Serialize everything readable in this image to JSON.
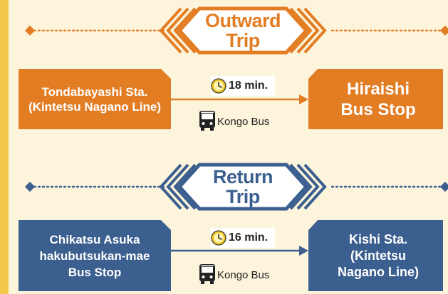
{
  "outward": {
    "title_line1": "Outward",
    "title_line2": "Trip",
    "from_line1": "Tondabayashi Sta.",
    "from_line2": "(Kintetsu Nagano Line)",
    "duration": "18 min.",
    "bus": "Kongo Bus",
    "to_line1": "Hiraishi",
    "to_line2": "Bus Stop"
  },
  "return": {
    "title_line1": "Return",
    "title_line2": "Trip",
    "from_line1": "Chikatsu Asuka",
    "from_line2": "hakubutsukan-mae",
    "from_line3": "Bus Stop",
    "duration": "16 min.",
    "bus": "Kongo Bus",
    "to_line1": "Kishi Sta.",
    "to_line2": "(Kintetsu",
    "to_line3": "Nagano Line)"
  },
  "colors": {
    "orange": "#e37d24",
    "orange_light": "#f4a55a",
    "blue": "#3b5f8e",
    "blue_light": "#6f8fb8",
    "background": "#fdf4dc",
    "clock": "#f4c21c"
  },
  "icons": [
    "clock-icon",
    "bus-icon",
    "diamond-icon",
    "chevron-icon"
  ]
}
